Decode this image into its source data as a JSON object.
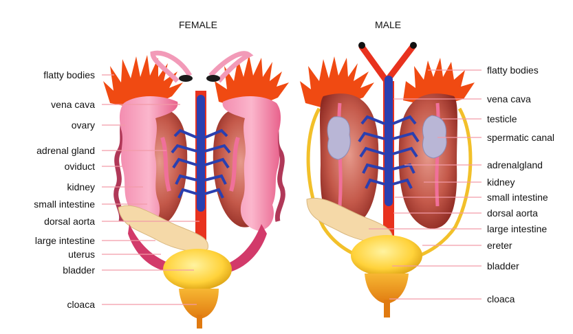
{
  "titles": {
    "female": "FEMALE",
    "male": "MALE"
  },
  "female_labels": [
    {
      "id": "flatty-bodies",
      "text": "flatty bodies"
    },
    {
      "id": "vena-cava",
      "text": "vena cava"
    },
    {
      "id": "ovary",
      "text": "ovary"
    },
    {
      "id": "adrenal-gland",
      "text": "adrenal gland"
    },
    {
      "id": "oviduct",
      "text": "oviduct"
    },
    {
      "id": "kidney",
      "text": "kidney"
    },
    {
      "id": "small-intestine",
      "text": "small intestine"
    },
    {
      "id": "dorsal-aorta",
      "text": "dorsal aorta"
    },
    {
      "id": "large-intestine",
      "text": "large intestine"
    },
    {
      "id": "uterus",
      "text": "uterus"
    },
    {
      "id": "bladder",
      "text": "bladder"
    },
    {
      "id": "cloaca",
      "text": "cloaca"
    }
  ],
  "male_labels": [
    {
      "id": "flatty-bodies",
      "text": "flatty bodies"
    },
    {
      "id": "vena-cava",
      "text": "vena cava"
    },
    {
      "id": "testicle",
      "text": "testicle"
    },
    {
      "id": "spermatic-canal",
      "text": "spermatic canal"
    },
    {
      "id": "adrenalgland",
      "text": "adrenalgland"
    },
    {
      "id": "kidney",
      "text": "kidney"
    },
    {
      "id": "small-intestine",
      "text": "small intestine"
    },
    {
      "id": "dorsal-aorta",
      "text": "dorsal aorta"
    },
    {
      "id": "large-intestine",
      "text": "large intestine"
    },
    {
      "id": "ereter",
      "text": "ereter"
    },
    {
      "id": "bladder",
      "text": "bladder"
    },
    {
      "id": "cloaca",
      "text": "cloaca"
    }
  ],
  "colors": {
    "fat": "#f04a12",
    "kidney": "#b8433a",
    "ovary": "#f07aa0",
    "vein": "#2a3fb0",
    "aorta": "#e8321e",
    "bladder": "#ffd23a",
    "cloaca": "#f0a01e",
    "intestine": "#f5d9a8",
    "testicle": "#b9b6d6",
    "leader": "#f29aa8"
  }
}
